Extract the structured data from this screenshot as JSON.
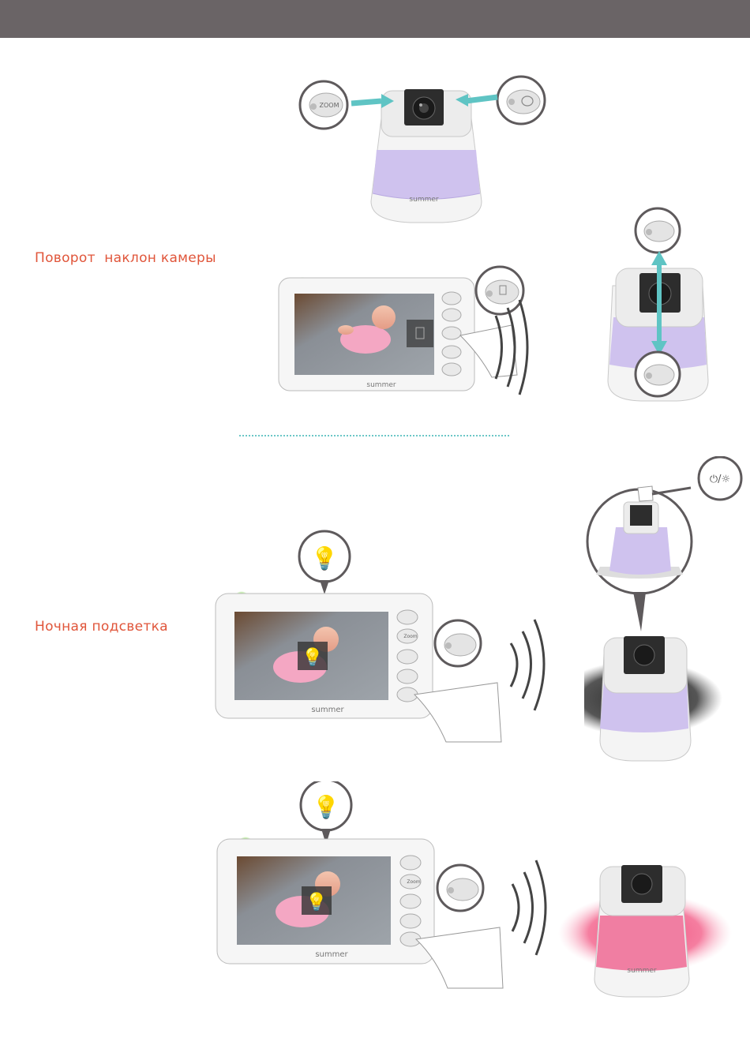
{
  "sections": [
    {
      "id": "pan-tilt",
      "label": "Поворот  наклон камеры"
    },
    {
      "id": "night-light",
      "label": "Ночная подсветка"
    }
  ],
  "buttons": {
    "zoom_label": "ZOOM",
    "zoom_small": "Zoom"
  },
  "brand": "summer",
  "colors": {
    "header": "#6a6466",
    "accent_label": "#e0553a",
    "arrow_teal": "#5fc4c4",
    "camera_lavender": "#cfc2ee",
    "camera_pink": "#f07ea2",
    "bulb_teal": "#39bfc0",
    "bulb_red": "#e0262d",
    "led_green": "#7dd64a"
  },
  "icons": [
    "zoom-icon",
    "talk-icon",
    "tilt-icon",
    "menu-icon",
    "light-icon",
    "power-icon",
    "bulb-icon"
  ]
}
